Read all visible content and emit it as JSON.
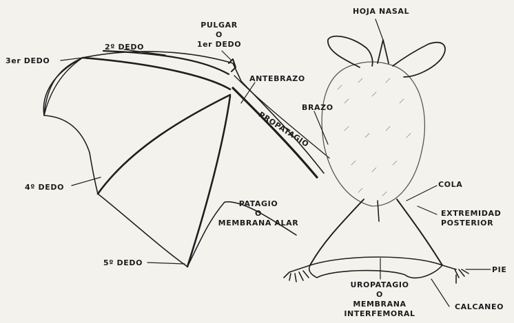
{
  "labels": {
    "hoja_nasal": "HOJA NASAL",
    "pulgar_1": "PULGAR",
    "pulgar_2": "O",
    "pulgar_3": "1er DEDO",
    "dedo2": "2º DEDO",
    "dedo3": "3er DEDO",
    "antebrazo": "ANTEBRAZO",
    "brazo": "BRAZO",
    "propatagio": "PROPATAGIO",
    "dedo4": "4º DEDO",
    "patagio_1": "PATAGIO",
    "patagio_2": "O",
    "patagio_3": "MEMBRANA ALAR",
    "dedo5": "5º DEDO",
    "cola": "COLA",
    "extremidad_1": "EXTREMIDAD",
    "extremidad_2": "POSTERIOR",
    "pie": "PIE",
    "uropatagio_1": "UROPATAGIO",
    "uropatagio_2": "O",
    "uropatagio_3": "MEMBRANA",
    "uropatagio_4": "INTERFEMORAL",
    "calcaneo": "CALCANEO"
  }
}
